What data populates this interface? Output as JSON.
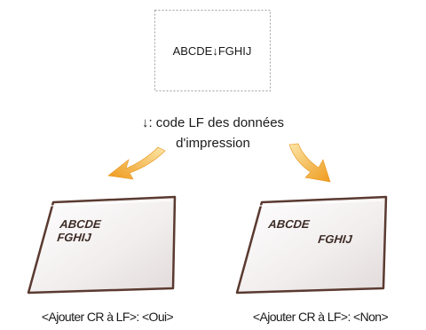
{
  "source_box": {
    "text_before": "ABCDE",
    "lf_glyph": "↓",
    "text_after": "FGHIJ"
  },
  "legend": {
    "line1": "↓: code LF des données",
    "line2": "d'impression"
  },
  "left_paper": {
    "line1": "ABCDE",
    "line2": "FGHIJ",
    "caption": "<Ajouter CR à LF>: <Oui>"
  },
  "right_paper": {
    "line1": "ABCDE",
    "line2": "FGHIJ",
    "caption": "<Ajouter CR à LF>: <Non>"
  },
  "colors": {
    "arrow": "#f0a020",
    "paper_border": "#5a3a30",
    "paper_face": "#f2eeee",
    "box_border": "#9a9a9a"
  }
}
